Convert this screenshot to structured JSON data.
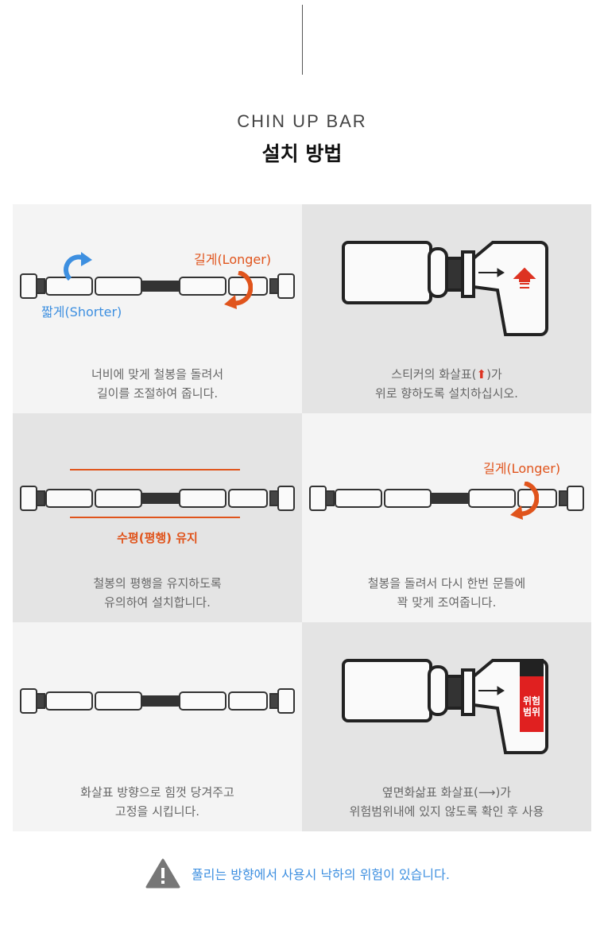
{
  "header": {
    "subtitle": "CHIN UP BAR",
    "title": "설치 방법"
  },
  "steps": [
    {
      "caption": [
        "너비에 맞게 철봉을 돌려서",
        "길이를 조절하여 줍니다."
      ],
      "label_longer": "길게(Longer)",
      "label_shorter": "짧게(Shorter)"
    },
    {
      "caption_a": "스티커의 화살표(",
      "caption_b": ")가",
      "caption2": "위로 향하도록 설치하십시오."
    },
    {
      "caption": [
        "철봉의 평행을 유지하도록",
        "유의하여 설치합니다."
      ],
      "label": "수평(평행) 유지"
    },
    {
      "caption": [
        "철봉을 돌려서 다시 한번 문틀에",
        "꽉 맞게 조여줍니다."
      ],
      "label_longer": "길게(Longer)"
    },
    {
      "caption": [
        "화살표 방향으로 힘껏 당겨주고",
        "고정을 시킵니다."
      ]
    },
    {
      "caption_a": "옆면화삶표 화살표(",
      "caption_b": ")가",
      "caption2": "위험범위내에 있지 않도록 확인 후 사용",
      "sticker": [
        "위험",
        "범위"
      ]
    }
  ],
  "warning": "풀리는 방향에서 사용시 낙하의 위험이 있습니다.",
  "colors": {
    "orange": "#e0541c",
    "blue": "#3d8fe0",
    "red": "#e02020"
  }
}
